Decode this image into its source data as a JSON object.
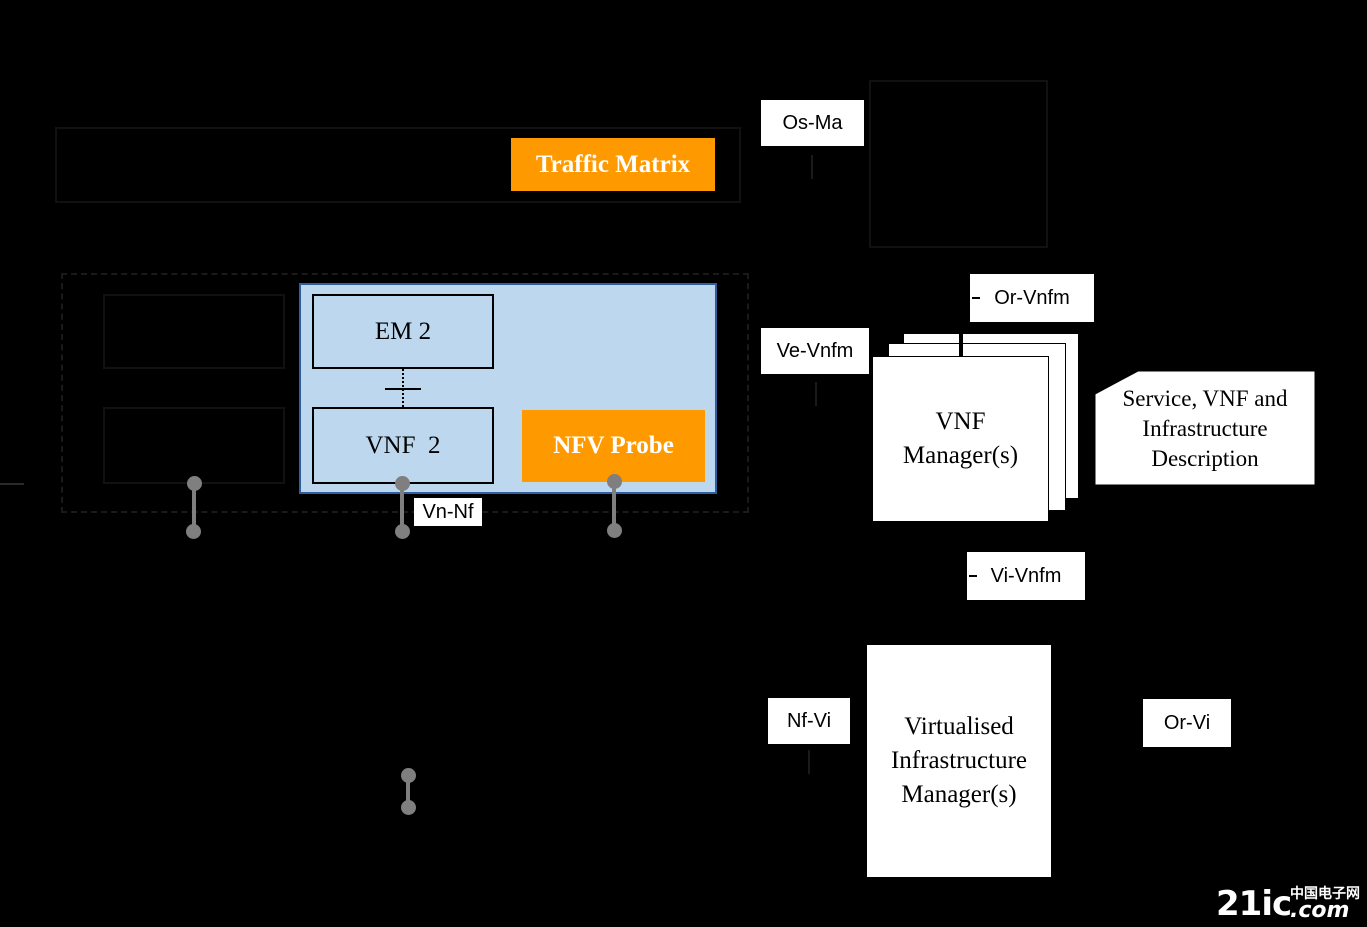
{
  "labels": {
    "os_ma": "Os-Ma",
    "or_vnfm": "Or-Vnfm",
    "ve_vnfm": "Ve-Vnfm",
    "vn_nf": "Vn-Nf",
    "vi_vnfm": "Vi-Vnfm",
    "nf_vi": "Nf-Vi",
    "or_vi": "Or-Vi"
  },
  "boxes": {
    "traffic_matrix": "Traffic Matrix",
    "em2": "EM 2",
    "vnf2": "VNF  2",
    "nfv_probe": "NFV Probe",
    "vnf_manager_line1": "VNF",
    "vnf_manager_line2": "Manager(s)",
    "service_desc_line1": "Service, VNF and",
    "service_desc_line2": "Infrastructure",
    "service_desc_line3": "Description",
    "vim_line1": "Virtualised",
    "vim_line2": "Infrastructure",
    "vim_line3": "Manager(s)"
  },
  "watermark": {
    "brand": "21ic",
    "suffix": ".com",
    "chinese": "中国电子网"
  },
  "colors": {
    "background": "#000000",
    "accent_orange": "#FF9900",
    "vnf_domain_blue": "#BDD7EE",
    "connector_gray": "#7F7F7F"
  }
}
